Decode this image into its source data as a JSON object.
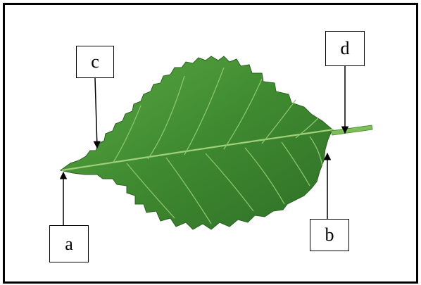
{
  "labels": {
    "a": "a",
    "b": "b",
    "c": "c",
    "d": "d"
  },
  "colors": {
    "frame": "#000000",
    "leaf_dark": "#2f6f27",
    "leaf_mid": "#3f8a30",
    "leaf_light": "#5aa843",
    "vein": "#9fd07a",
    "petiole": "#7fbf5a"
  }
}
